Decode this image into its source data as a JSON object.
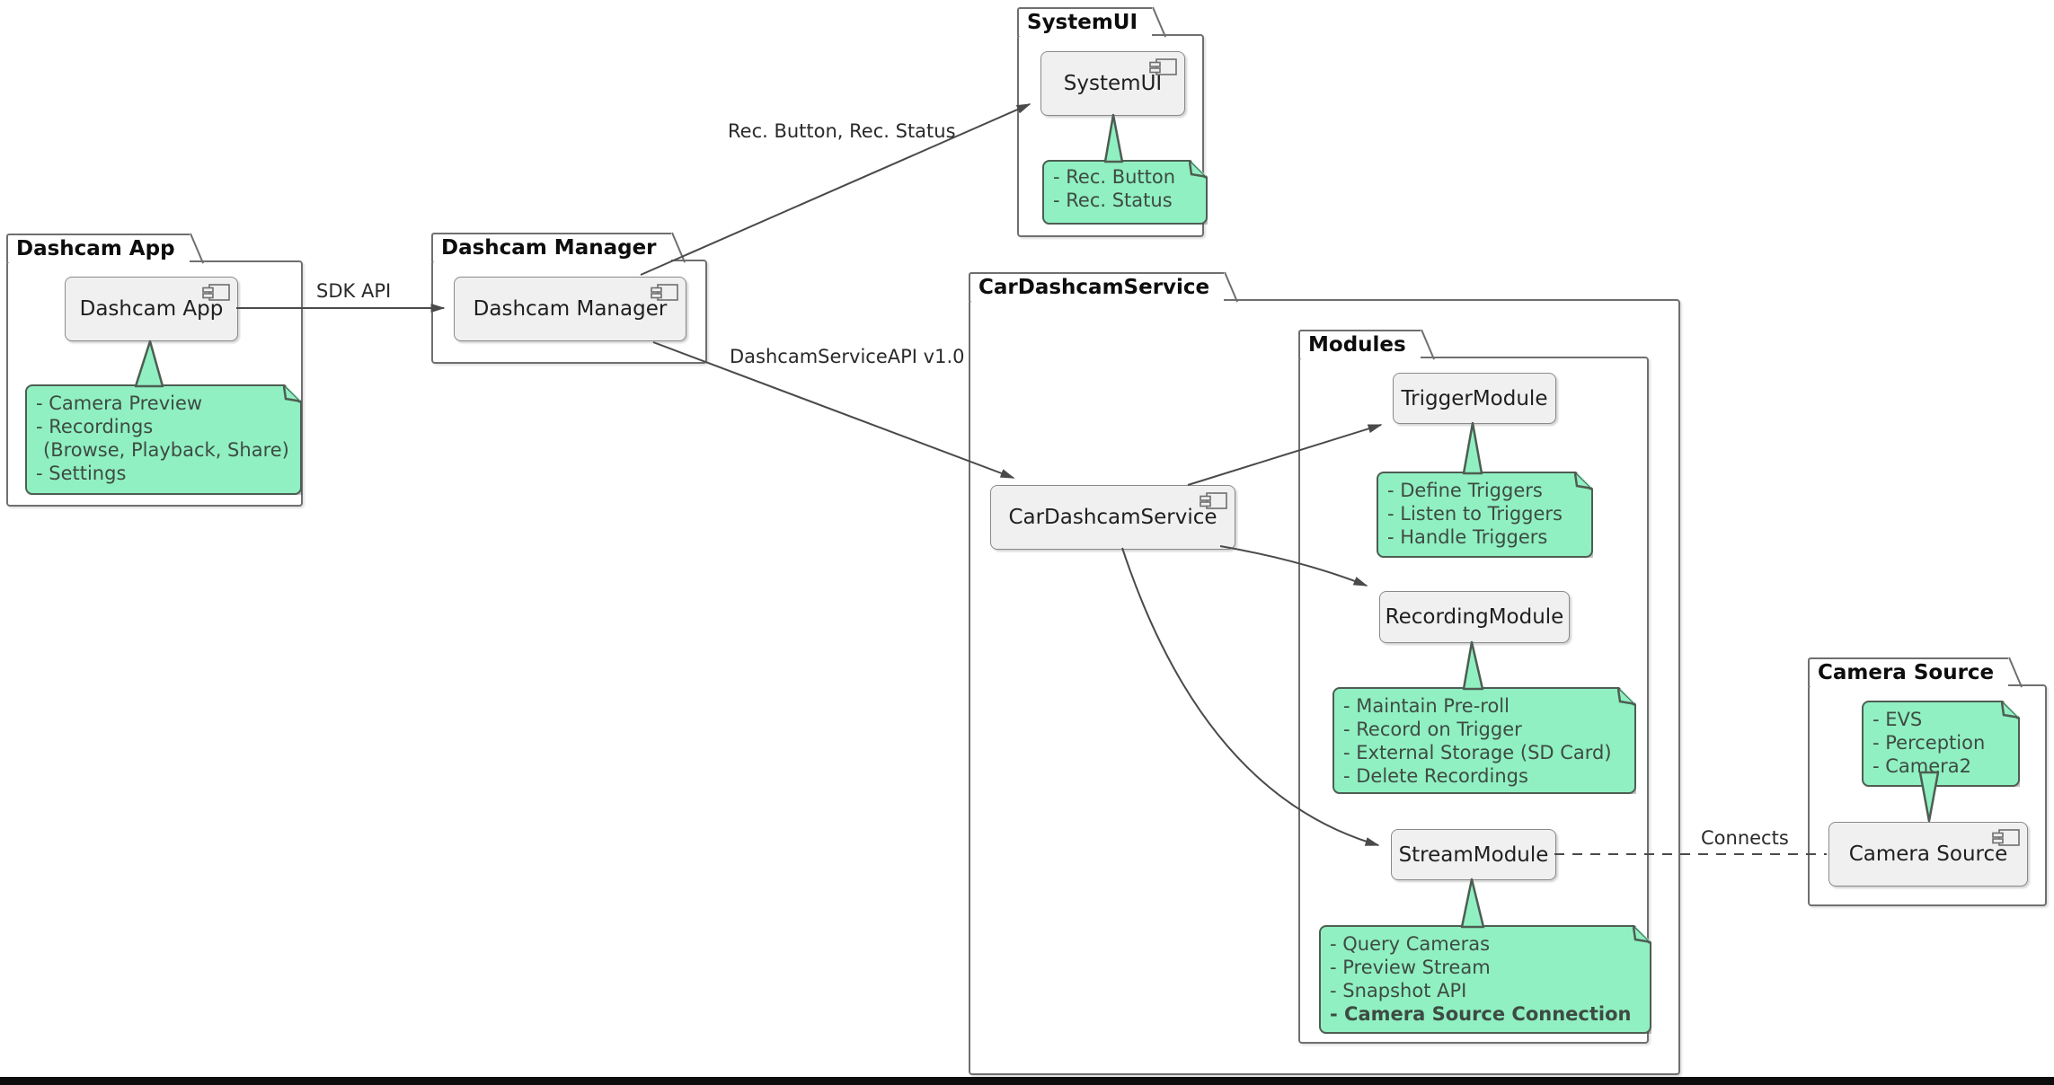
{
  "colors": {
    "note_fill": "#90F0C2",
    "note_border": "#4E5D52",
    "note_text": "#3E4B43",
    "component_fill": "#F0F0F0",
    "component_border": "#8A8A8A",
    "package_border": "#6F6F6F",
    "line": "#4A4A4A",
    "bottom_bar": "#0D0D0D"
  },
  "packages": {
    "dashcam_app": {
      "title": "Dashcam App"
    },
    "dashcam_manager": {
      "title": "Dashcam Manager"
    },
    "systemui": {
      "title": "SystemUI"
    },
    "car_dashcam_service": {
      "title": "CarDashcamService"
    },
    "modules": {
      "title": "Modules"
    },
    "camera_source": {
      "title": "Camera Source"
    }
  },
  "components": {
    "dashcam_app": "Dashcam App",
    "dashcam_manager": "Dashcam Manager",
    "systemui": "SystemUI",
    "car_dashcam_service": "CarDashcamService",
    "trigger_module": "TriggerModule",
    "recording_module": "RecordingModule",
    "stream_module": "StreamModule",
    "camera_source": "Camera Source"
  },
  "notes": {
    "dashcam_app": {
      "lines": [
        "- Camera Preview",
        "- Recordings",
        "(Browse, Playback, Share)",
        "- Settings"
      ]
    },
    "systemui": {
      "lines": [
        "- Rec. Button",
        "- Rec. Status"
      ]
    },
    "trigger_module": {
      "lines": [
        "- Define Triggers",
        "- Listen to Triggers",
        "- Handle Triggers"
      ]
    },
    "recording_module": {
      "lines": [
        "- Maintain Pre-roll",
        "- Record on Trigger",
        "- External Storage (SD Card)",
        "- Delete Recordings"
      ]
    },
    "stream_module": {
      "lines": [
        "- Query Cameras",
        "- Preview Stream",
        "- Snapshot API",
        "- Camera Source Connection"
      ]
    },
    "camera_source": {
      "lines": [
        "- EVS",
        "- Perception",
        "- Camera2"
      ]
    }
  },
  "edges": {
    "sdk_api": {
      "label": "SDK API"
    },
    "rec_button_status": {
      "label": "Rec. Button, Rec. Status"
    },
    "dashcam_service_api": {
      "label": "DashcamServiceAPI v1.0"
    },
    "connects": {
      "label": "Connects"
    }
  }
}
